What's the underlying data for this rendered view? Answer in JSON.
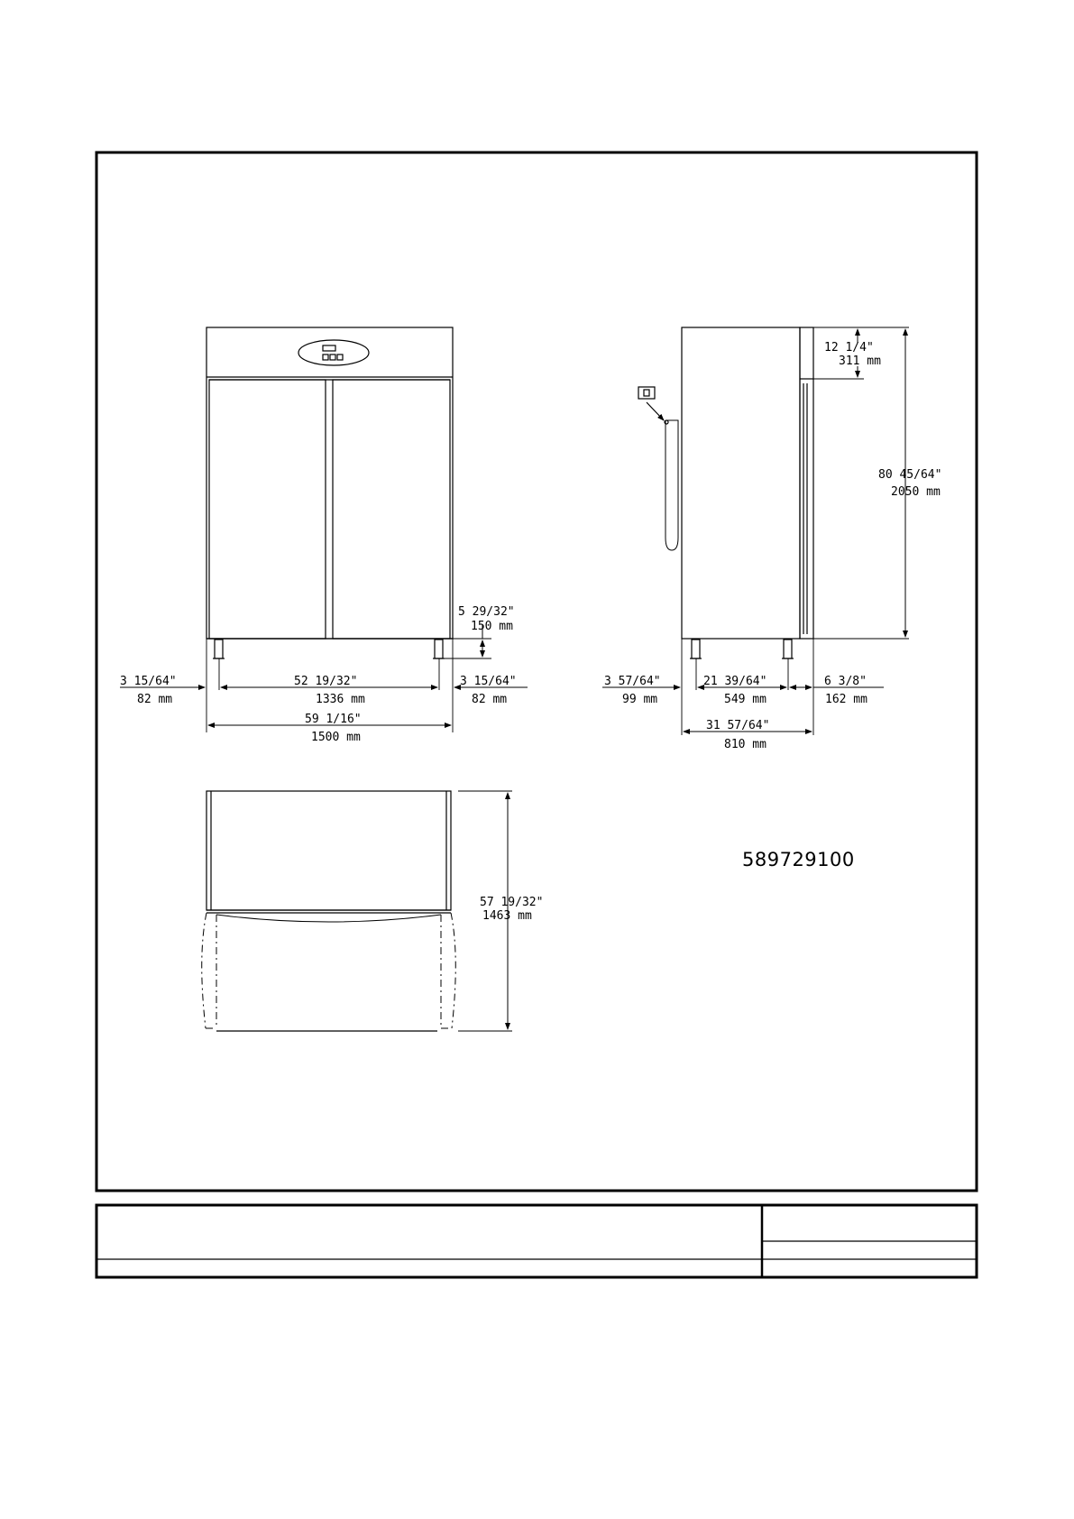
{
  "drawing": {
    "code": "589729100",
    "plug_symbol": "plug-icon"
  },
  "front_view": {
    "left_clearance": {
      "imperial": "3  15/64\"",
      "metric": "82 mm"
    },
    "leg_span": {
      "imperial": "52  19/32\"",
      "metric": "1336 mm"
    },
    "right_clearance": {
      "imperial": "3  15/64\"",
      "metric": "82 mm"
    },
    "overall_width": {
      "imperial": "59  1/16\"",
      "metric": "1500 mm"
    },
    "leg_height": {
      "imperial": "5  29/32\"",
      "metric": "150 mm"
    }
  },
  "side_view": {
    "top_section": {
      "imperial": "12  1/4\"",
      "metric": "311 mm"
    },
    "overall_height": {
      "imperial": "80  45/64\"",
      "metric": "2050 mm"
    },
    "back_clearance": {
      "imperial": "3  57/64\"",
      "metric": "99 mm"
    },
    "leg_depth": {
      "imperial": "21  39/64\"",
      "metric": "549 mm"
    },
    "front_overhang": {
      "imperial": "6  3/8\"",
      "metric": "162 mm"
    },
    "overall_depth": {
      "imperial": "31  57/64\"",
      "metric": "810 mm"
    }
  },
  "top_view": {
    "door_swing_depth": {
      "imperial": "57  19/32\"",
      "metric": "1463 mm"
    }
  },
  "title_block": {}
}
